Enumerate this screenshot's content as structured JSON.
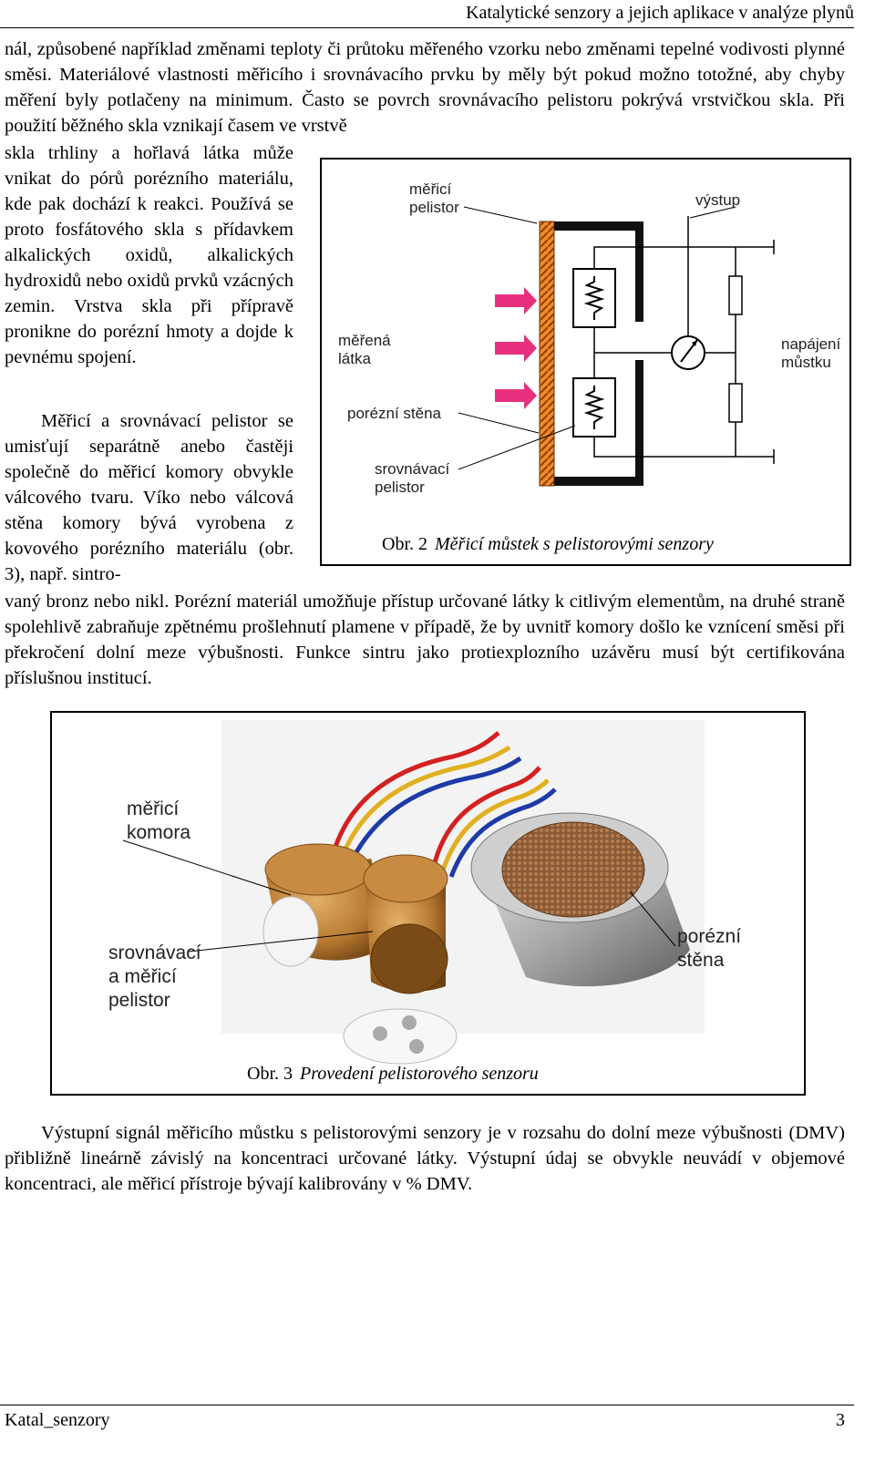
{
  "header": {
    "title": "Katalytické senzory a jejich aplikace v analýze plynů"
  },
  "paragraphs": {
    "p1": "nál, způsobené například změnami teploty či průtoku měřeného vzorku nebo změnami tepelné vodivosti plynné směsi. Materiálové vlastnosti měřicího i srovnávacího prvku by měly být pokud možno totožné, aby chyby měření byly potlačeny na minimum. Často se povrch srovnávacího pelistoru pokrývá vrstvičkou skla. Při použití běžného skla vznikají časem ve vrstvě",
    "p1_left": "skla trhliny a hořlavá látka může vnikat do pórů porézního materiálu, kde pak dochází k reakci. Používá se proto fosfátového skla s přídavkem alkalických oxidů, alkalických hydroxidů nebo oxidů prvků vzácných zemin. Vrstva skla při přípravě pronikne do porézní hmoty a dojde k pevnému spojení.",
    "p2_left": "Měřicí a srovnávací pelistor se umisťují separátně anebo častěji společně do měřicí komory obvykle válcového tvaru. Víko nebo válcová stěna komory bývá vyrobena z kovového porézního materiálu (obr. 3), např. sintro-",
    "p2_full": "vaný bronz nebo nikl. Porézní materiál umožňuje přístup určované látky k citlivým elementům, na druhé straně spolehlivě zabraňuje zpětnému prošlehnutí plamene v případě, že by uvnitř komory došlo ke vznícení směsi při překročení dolní meze výbušnosti. Funkce sintru jako protiexplozního uzávěru musí být certifikována příslušnou institucí.",
    "p3": "Výstupní signál měřicího můstku s pelistorovými senzory je v rozsahu do dolní meze výbušnosti (DMV) přibližně lineárně závislý na koncentraci určované látky. Výstupní údaj se obvykle neuvádí v objemové koncentraci, ale měřicí přístroje bývají kalibrovány v % DMV."
  },
  "figure2": {
    "caption_num": "Obr. 2",
    "caption_text": "Měřicí můstek s pelistorovými senzory",
    "labels": {
      "mer1": "měřicí",
      "mer2": "pelistor",
      "vystup": "výstup",
      "merena1": "měřená",
      "merena2": "látka",
      "napajeni1": "napájení",
      "napajeni2": "můstku",
      "porezni": "porézní stěna",
      "srov1": "srovnávací",
      "srov2": "pelistor"
    }
  },
  "figure3": {
    "caption_num": "Obr. 3",
    "caption_text": "Provedení pelistorového senzoru",
    "labels": {
      "komora1": "měřicí",
      "komora2": "komora",
      "srov1": "srovnávací",
      "srov2": "a měřicí",
      "srov3": "pelistor",
      "stena1": "porézní",
      "stena2": "stěna"
    }
  },
  "footer": {
    "left": "Katal_senzory",
    "page": "3"
  }
}
